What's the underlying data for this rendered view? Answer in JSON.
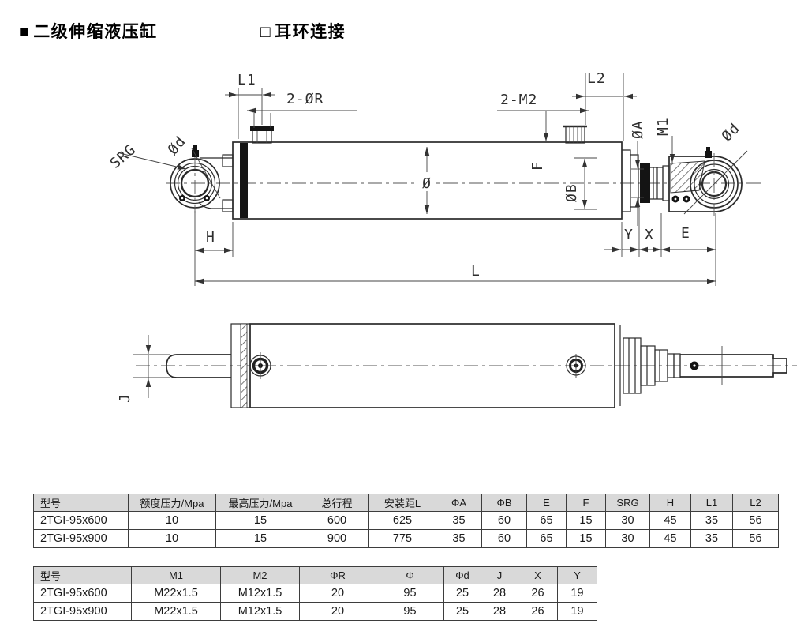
{
  "titles": {
    "left_marker": "■",
    "left": "二级伸缩液压缸",
    "right_marker": "□",
    "right": "耳环连接"
  },
  "drawing": {
    "labels": {
      "l1": "L1",
      "two_phi_r": "2-ØR",
      "two_m2": "2-M2",
      "l2": "L2",
      "srg": "SRG",
      "phi_d_left": "Ød",
      "phi": "Ø",
      "f": "F",
      "phi_b": "ØB",
      "phi_a": "ØA",
      "m1": "M1",
      "phi_d_right": "Ød",
      "h": "H",
      "y": "Y",
      "x": "X",
      "e": "E",
      "l": "L",
      "j": "J"
    }
  },
  "table1": {
    "headers": [
      "型号",
      "额度压力/Mpa",
      "最高压力/Mpa",
      "总行程",
      "安装距L",
      "ΦA",
      "ΦB",
      "E",
      "F",
      "SRG",
      "H",
      "L1",
      "L2"
    ],
    "rows": [
      [
        "2TGI-95x600",
        "10",
        "15",
        "600",
        "625",
        "35",
        "60",
        "65",
        "15",
        "30",
        "45",
        "35",
        "56"
      ],
      [
        "2TGI-95x900",
        "10",
        "15",
        "900",
        "775",
        "35",
        "60",
        "65",
        "15",
        "30",
        "45",
        "35",
        "56"
      ]
    ]
  },
  "table2": {
    "headers": [
      "型号",
      "M1",
      "M2",
      "ΦR",
      "Φ",
      "Φd",
      "J",
      "X",
      "Y"
    ],
    "rows": [
      [
        "2TGI-95x600",
        "M22x1.5",
        "M12x1.5",
        "20",
        "95",
        "25",
        "28",
        "26",
        "19"
      ],
      [
        "2TGI-95x900",
        "M22x1.5",
        "M12x1.5",
        "20",
        "95",
        "25",
        "28",
        "26",
        "19"
      ]
    ]
  },
  "colors": {
    "header_bg": "#d9d9d9",
    "line": "#2b2b2b",
    "text": "#1a1a1a"
  }
}
